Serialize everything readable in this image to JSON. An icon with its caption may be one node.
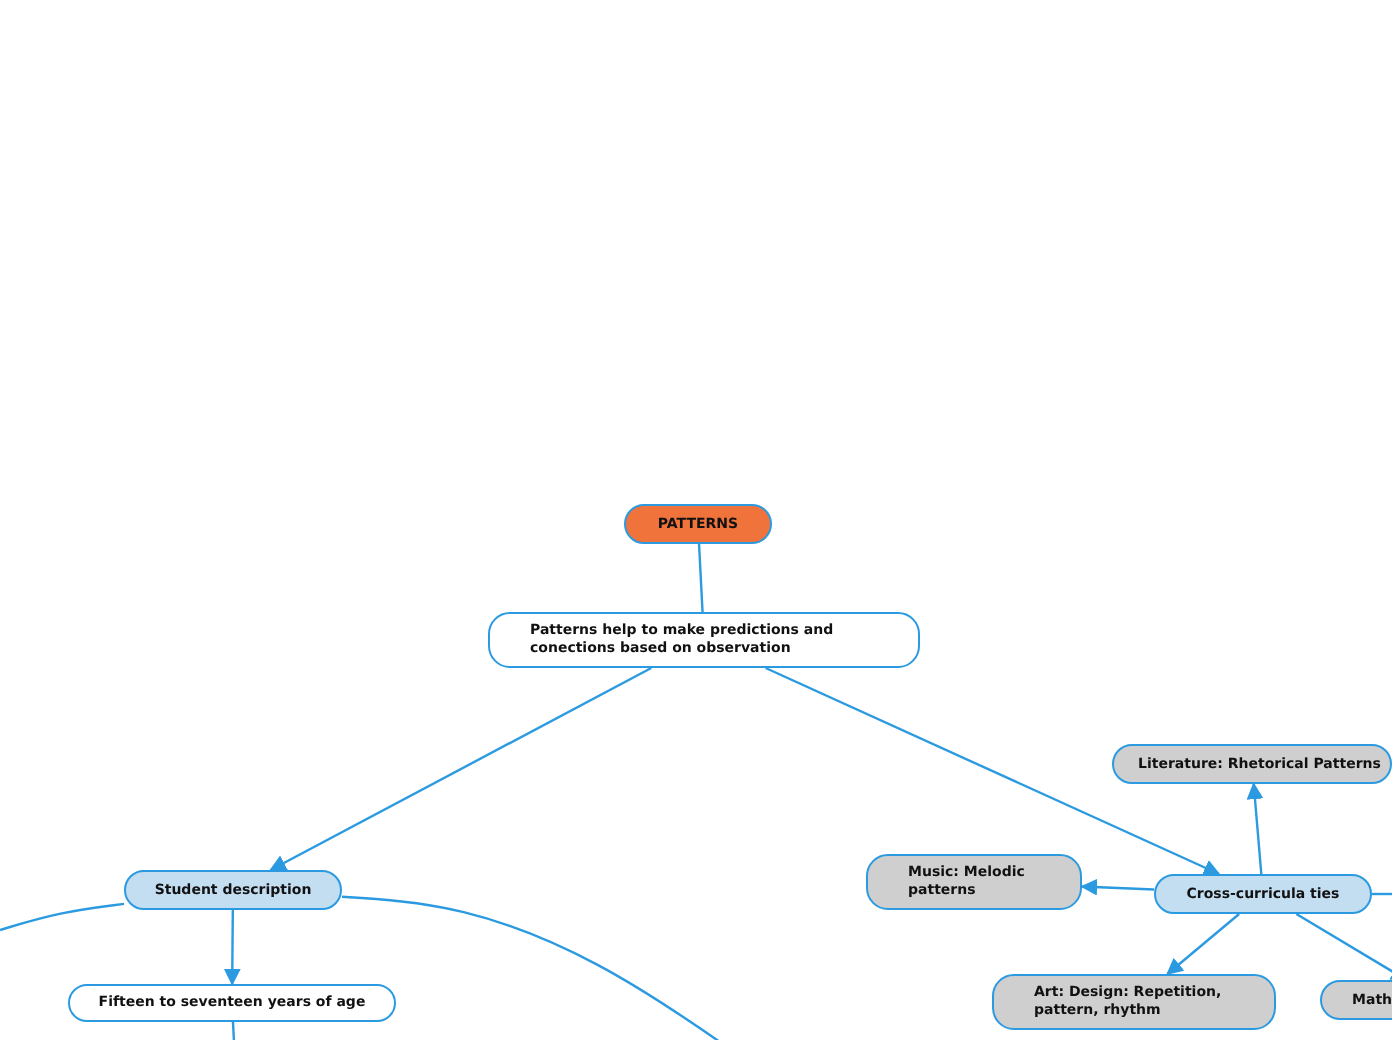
{
  "diagram": {
    "nodes": [
      {
        "text": [
          "PATTERNS"
        ]
      },
      {
        "text": [
          "Patterns help to make predictions and conections based on observation"
        ]
      },
      {
        "text": [
          "Student description"
        ]
      },
      {
        "text": [
          "Fifteen to seventeen years of age"
        ]
      },
      {
        "text": [
          "Cross-curricula ties"
        ]
      },
      {
        "text": [
          "Literature: Rhetorical Patterns"
        ]
      },
      {
        "text": [
          "Music: Melodic patterns"
        ]
      },
      {
        "text": [
          "Art: Design: Repetition, pattern, rhythm"
        ]
      },
      {
        "text": [
          "Math"
        ]
      }
    ],
    "edges": [
      {
        "from": 0,
        "to": 1,
        "arrow": "none"
      },
      {
        "from": 1,
        "to": 2,
        "arrow": "to"
      },
      {
        "from": 1,
        "to": 4,
        "arrow": "to"
      },
      {
        "from": 2,
        "to": null,
        "arrow": "none"
      },
      {
        "from": 2,
        "to": null,
        "arrow": "none"
      },
      {
        "from": 2,
        "to": 3,
        "arrow": "to"
      },
      {
        "from": 3,
        "to": null,
        "arrow": "none"
      },
      {
        "from": 4,
        "to": 5,
        "arrow": "to"
      },
      {
        "from": 4,
        "to": 6,
        "arrow": "to"
      },
      {
        "from": 4,
        "to": 7,
        "arrow": "to"
      },
      {
        "from": 4,
        "to": null,
        "arrow": "none"
      },
      {
        "from": 4,
        "to": 8,
        "arrow": "to"
      }
    ]
  }
}
